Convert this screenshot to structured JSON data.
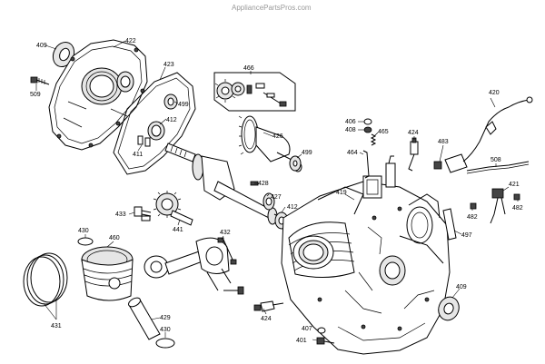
{
  "watermark": "AppliancePartsPros.com",
  "callouts": {
    "c409a": "409",
    "c422": "422",
    "c509": "509",
    "c423": "423",
    "c499a": "499",
    "c412": "412",
    "c411": "411",
    "c466": "466",
    "c426": "426",
    "c499b": "499",
    "c406": "406",
    "c408": "408",
    "c465": "465",
    "c464": "464",
    "c424a": "424",
    "c483": "483",
    "c420": "420",
    "c508": "508",
    "c421": "421",
    "c482a": "482",
    "c482b": "482",
    "c428": "428",
    "c427": "427",
    "c419": "419",
    "c497": "497",
    "c433": "433",
    "c441": "441",
    "c430a": "430",
    "c460": "460",
    "c432": "432",
    "c431": "431",
    "c429": "429",
    "c430b": "430",
    "c424b": "424",
    "c407": "407",
    "c401": "401",
    "c409b": "409"
  }
}
